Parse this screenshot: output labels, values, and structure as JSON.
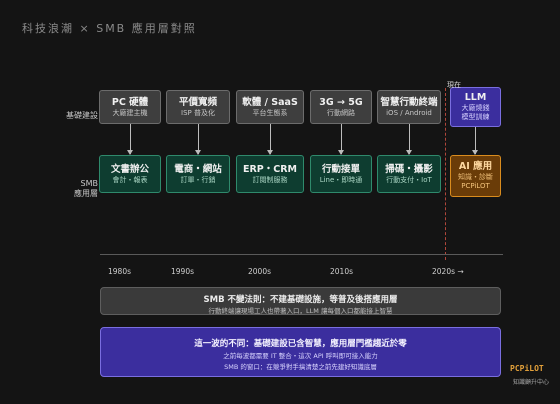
{
  "title": "科技浪潮 × SMB 應用層對照",
  "rows": {
    "infra_label": "基礎建設",
    "app_label_line1": "SMB",
    "app_label_line2": "應用層"
  },
  "infra": [
    {
      "main": "PC 硬體",
      "sub": "大廠建主機"
    },
    {
      "main": "平價寬頻",
      "sub": "ISP 普及化"
    },
    {
      "main": "軟體 / SaaS",
      "sub": "平台生態系"
    },
    {
      "main": "3G → 5G",
      "sub": "行動網路"
    },
    {
      "main": "智慧行動終端",
      "sub": "iOS / Android"
    }
  ],
  "apps": [
    {
      "main": "文書辦公",
      "sub": "會計・報表"
    },
    {
      "main": "電商・網站",
      "sub": "訂單・行銷"
    },
    {
      "main": "ERP・CRM",
      "sub": "訂閱制服務"
    },
    {
      "main": "行動接單",
      "sub": "Line・即時通"
    },
    {
      "main": "掃碼・攝影",
      "sub": "行動支付・IoT"
    }
  ],
  "now": {
    "label": "現在",
    "llm": {
      "main": "LLM",
      "sub1": "大廠燒錢",
      "sub2": "模型訓練"
    },
    "ai": {
      "main": "AI 應用",
      "sub1": "知識・診斷",
      "sub2": "PCPiLOT"
    }
  },
  "timeline": [
    "1980s",
    "1990s",
    "2000s",
    "2010s",
    "2020s →"
  ],
  "band1": {
    "line1": "SMB 不變法則：不建基礎設施，等普及後搭應用層",
    "line2": "行動終端讓現場工人也帶著入口，LLM 讓每個入口都能接上智慧"
  },
  "band2": {
    "line1": "這一波的不同：基礎建設已含智慧，應用層門檻趨近於零",
    "line2": "之前每波都需要 IT 整合・這次 API 呼叫即可接入能力",
    "line3": "SMB 的窗口：在競爭對手搞清楚之前先建好知識底層"
  },
  "brand": {
    "name": "PCPiLOT",
    "sub": "知識顧升中心"
  },
  "colors": {
    "background": "#141414",
    "infra": "#3e3e3e",
    "app": "#0e3d30",
    "llm": "#3b2e9e",
    "ai": "#6a3c08",
    "now_line": "#b0463a",
    "brand": "#e4a13a"
  }
}
